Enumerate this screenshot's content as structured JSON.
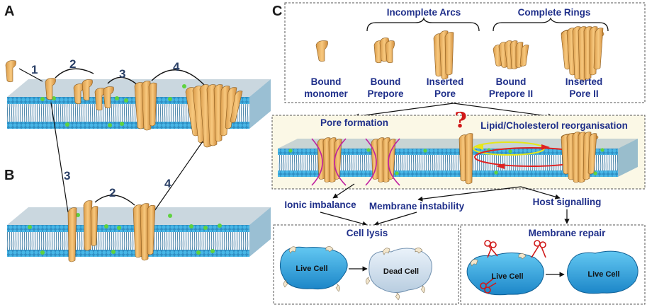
{
  "panels": {
    "a": "A",
    "b": "B",
    "c": "C"
  },
  "steps": {
    "s1": "1",
    "s2": "2",
    "s3": "3",
    "s4": "4",
    "sb3": "3",
    "sb2": "2",
    "sb4": "4"
  },
  "headers": {
    "incomplete": "Incomplete Arcs",
    "complete": "Complete Rings"
  },
  "stages": [
    {
      "line1": "Bound",
      "line2": "monomer"
    },
    {
      "line1": "Bound",
      "line2": "Prepore"
    },
    {
      "line1": "Inserted",
      "line2": "Pore"
    },
    {
      "line1": "Bound",
      "line2": "Prepore II"
    },
    {
      "line1": "Inserted",
      "line2": "Pore II"
    }
  ],
  "mechanisms": {
    "pore": "Pore formation",
    "lipid": "Lipid/Cholesterol reorganisation",
    "question": "?"
  },
  "effects": {
    "ionic": "Ionic imbalance",
    "instability": "Membrane  instability",
    "signalling": "Host signalling"
  },
  "outcomes": {
    "lysis": "Cell lysis",
    "repair": "Membrane  repair"
  },
  "cells": {
    "live1": "Live Cell",
    "dead": "Dead Cell",
    "live2": "Live Cell",
    "live3": "Live Cell"
  },
  "colors": {
    "membrane": "#3aa6d8",
    "lipid_green": "#4cc23a",
    "toxin": "#f2b866",
    "text": "#1f2f8a",
    "box_bg": "#fbf8e6",
    "scissors": "#d01818",
    "cell": "#2ea4e0"
  }
}
